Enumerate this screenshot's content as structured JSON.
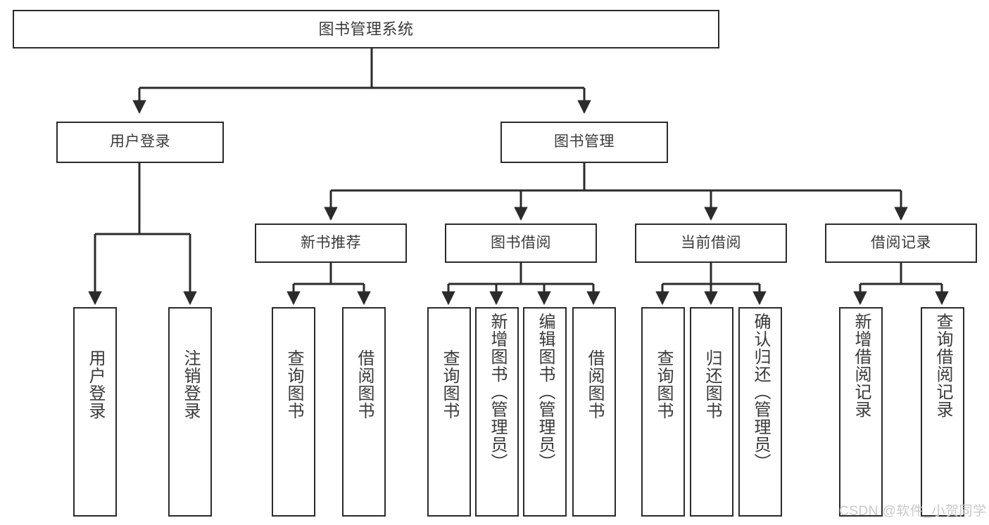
{
  "diagram": {
    "title": "图书管理系统",
    "type": "tree-hierarchy",
    "stroke_color": "#2b2b2b",
    "text_color": "#3a3a3a",
    "background": "#ffffff"
  },
  "nodes": {
    "root": {
      "label": "图书管理系统"
    },
    "level2": [
      {
        "label": "用户登录"
      },
      {
        "label": "图书管理"
      }
    ],
    "level3": [
      {
        "label": "新书推荐"
      },
      {
        "label": "图书借阅"
      },
      {
        "label": "当前借阅"
      },
      {
        "label": "借阅记录"
      }
    ],
    "leaves": {
      "user_login": [
        {
          "label": "用户登录"
        },
        {
          "label": "注销登录"
        }
      ],
      "new_book_rec": [
        {
          "label": "查询图书"
        },
        {
          "label": "借阅图书"
        }
      ],
      "book_borrow": [
        {
          "label": "查询图书"
        },
        {
          "label": "新增图书（管理员）"
        },
        {
          "label": "编辑图书（管理员）"
        },
        {
          "label": "借阅图书"
        }
      ],
      "current_borrow": [
        {
          "label": "查询图书"
        },
        {
          "label": "归还图书"
        },
        {
          "label": "确认归还（管理员）"
        }
      ],
      "borrow_record": [
        {
          "label": "新增借阅记录"
        },
        {
          "label": "查询借阅记录"
        }
      ]
    }
  },
  "watermark": {
    "text": "CSDN @软件_小贺同学"
  }
}
